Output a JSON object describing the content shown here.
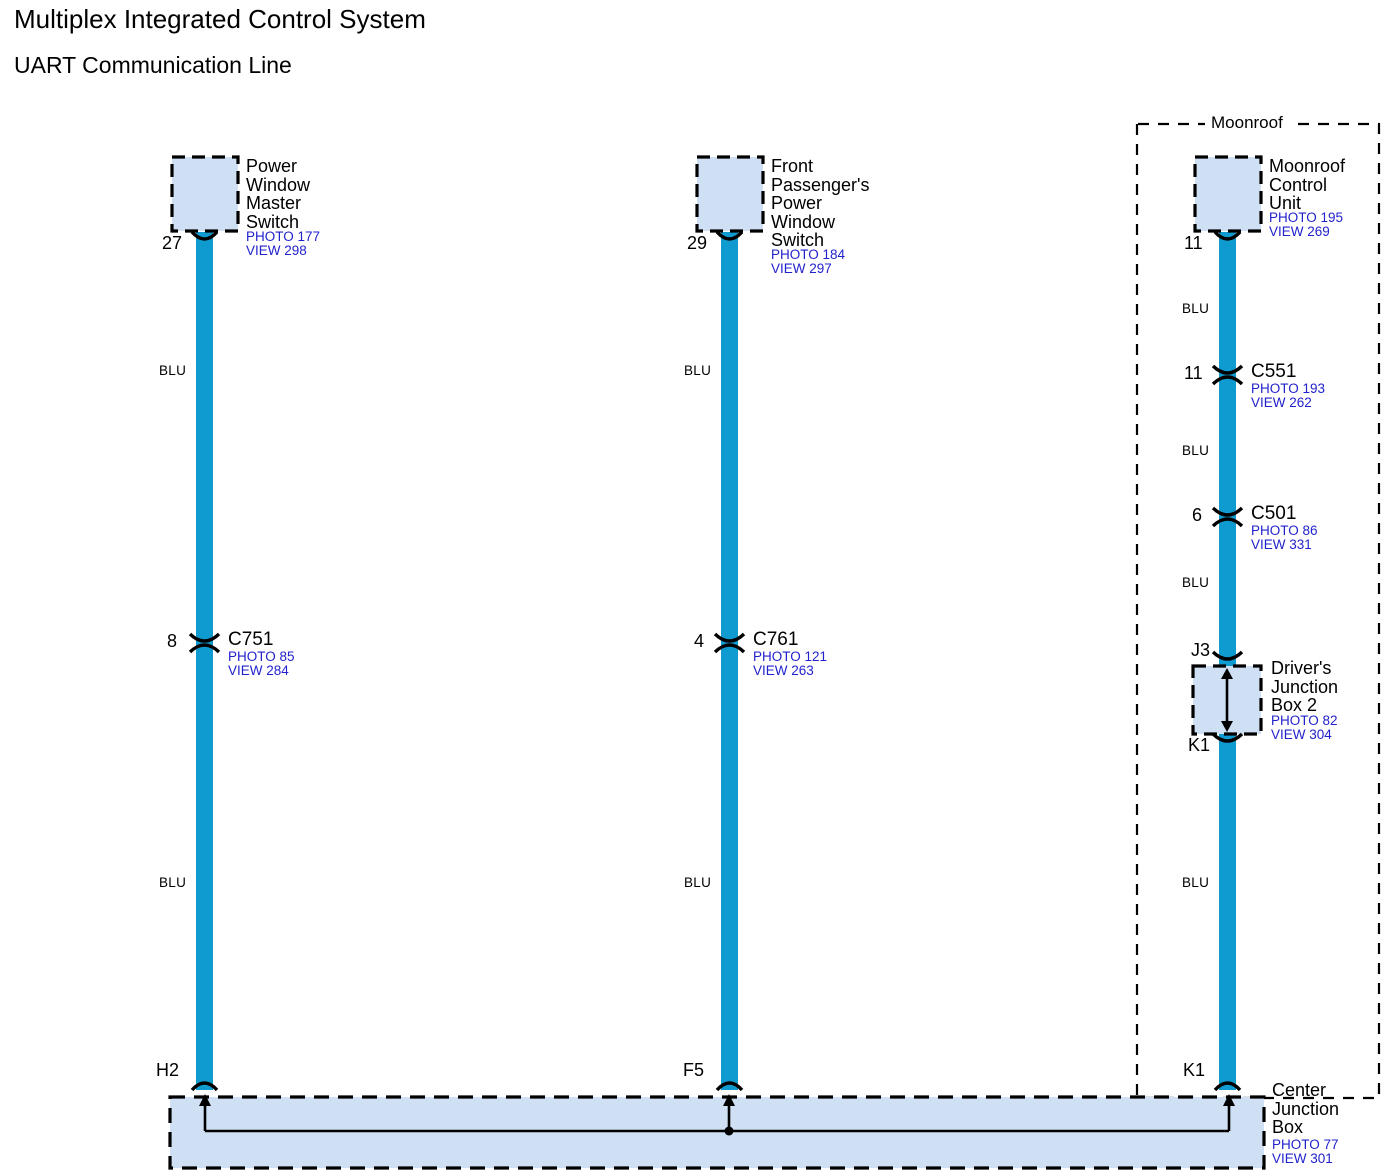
{
  "document": {
    "title": "Multiplex Integrated Control System",
    "subtitle": "UART Communication Line",
    "type": "automotive-wiring-diagram"
  },
  "colors": {
    "wire": "#0f9bd0",
    "box_fill": "#cfe0f5",
    "box_border": "#000000",
    "photo_text": "#2222cc",
    "text": "#000000",
    "background": "#ffffff"
  },
  "regions": [
    {
      "id": "moonroof-region",
      "label": "Moonroof",
      "style": "dashed"
    }
  ],
  "columns": [
    {
      "id": "left",
      "component": {
        "name": "Power Window Master Switch",
        "name_lines": [
          "Power",
          "Window",
          "Master",
          "Switch"
        ],
        "photo": "PHOTO 177",
        "view": "VIEW 298",
        "pin": "27"
      },
      "wire_labels": [
        "BLU",
        "BLU"
      ],
      "connectors": [
        {
          "pin": "8",
          "name": "C751",
          "photo": "PHOTO 85",
          "view": "VIEW 284"
        }
      ],
      "bottom_pin": "H2"
    },
    {
      "id": "middle",
      "component": {
        "name": "Front Passenger's Power Window Switch",
        "name_lines": [
          "Front",
          "Passenger's",
          "Power",
          "Window",
          "Switch"
        ],
        "photo": "PHOTO 184",
        "view": "VIEW 297",
        "pin": "29"
      },
      "wire_labels": [
        "BLU",
        "BLU"
      ],
      "connectors": [
        {
          "pin": "4",
          "name": "C761",
          "photo": "PHOTO 121",
          "view": "VIEW 263"
        }
      ],
      "bottom_pin": "F5"
    },
    {
      "id": "right",
      "component": {
        "name": "Moonroof Control Unit",
        "name_lines": [
          "Moonroof",
          "Control",
          "Unit"
        ],
        "photo": "PHOTO 195",
        "view": "VIEW 269",
        "pin": "11"
      },
      "wire_labels": [
        "BLU",
        "BLU",
        "BLU",
        "BLU"
      ],
      "connectors": [
        {
          "pin": "11",
          "name": "C551",
          "photo": "PHOTO 193",
          "view": "VIEW 262"
        },
        {
          "pin": "6",
          "name": "C501",
          "photo": "PHOTO 86",
          "view": "VIEW 331"
        }
      ],
      "junction_box": {
        "name": "Driver's Junction Box 2",
        "name_lines": [
          "Driver's",
          "Junction",
          "Box 2"
        ],
        "photo": "PHOTO 82",
        "view": "VIEW 304",
        "top_pin": "J3",
        "bottom_pin": "K1"
      },
      "bottom_pin": "K1"
    }
  ],
  "center_junction_box": {
    "name": "Center Junction Box",
    "name_lines": [
      "Center",
      "Junction",
      "Box"
    ],
    "photo": "PHOTO 77",
    "view": "VIEW 301",
    "pins": [
      "H2",
      "F5",
      "K1"
    ]
  }
}
